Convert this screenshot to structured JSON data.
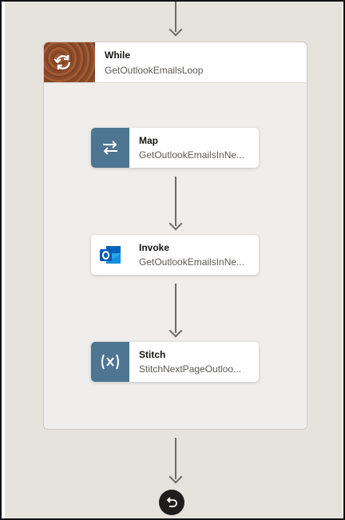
{
  "while_block": {
    "title": "While",
    "subtitle": "GetOutlookEmailsLoop",
    "icon": "loop-icon",
    "expand_icon": "chevron-down-icon"
  },
  "nodes": [
    {
      "title": "Map",
      "subtitle": "GetOutlookEmailsInNe...",
      "icon": "map-arrows-icon",
      "color": "#4e7693"
    },
    {
      "title": "Invoke",
      "subtitle": "GetOutlookEmailsInNe...",
      "icon": "outlook-icon",
      "color": "#ffffff"
    },
    {
      "title": "Stitch",
      "subtitle": "StitchNextPageOutloo...",
      "icon": "variable-x-icon",
      "color": "#4e7693"
    }
  ],
  "return_button": {
    "icon": "return-icon"
  },
  "colors": {
    "canvas": "#e6e3dd",
    "node_accent": "#4e7693",
    "connector": "#6f6a64"
  }
}
